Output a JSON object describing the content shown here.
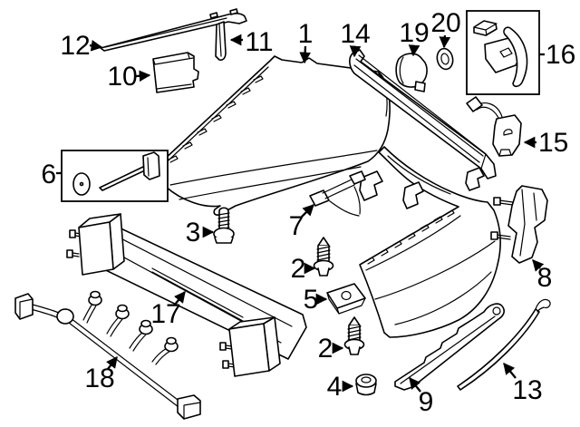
{
  "diagram": {
    "type": "exploded-parts-diagram",
    "background_color": "#ffffff",
    "line_color": "#000000",
    "part_count": 20
  },
  "callouts": [
    {
      "label": "12"
    },
    {
      "label": "11"
    },
    {
      "label": "10"
    },
    {
      "label": "1"
    },
    {
      "label": "14"
    },
    {
      "label": "19"
    },
    {
      "label": "20"
    },
    {
      "label": "16"
    },
    {
      "label": "6"
    },
    {
      "label": "15"
    },
    {
      "label": "7"
    },
    {
      "label": "3"
    },
    {
      "label": "2"
    },
    {
      "label": "5"
    },
    {
      "label": "2"
    },
    {
      "label": "4"
    },
    {
      "label": "17"
    },
    {
      "label": "18"
    },
    {
      "label": "9"
    },
    {
      "label": "13"
    },
    {
      "label": "8"
    }
  ]
}
